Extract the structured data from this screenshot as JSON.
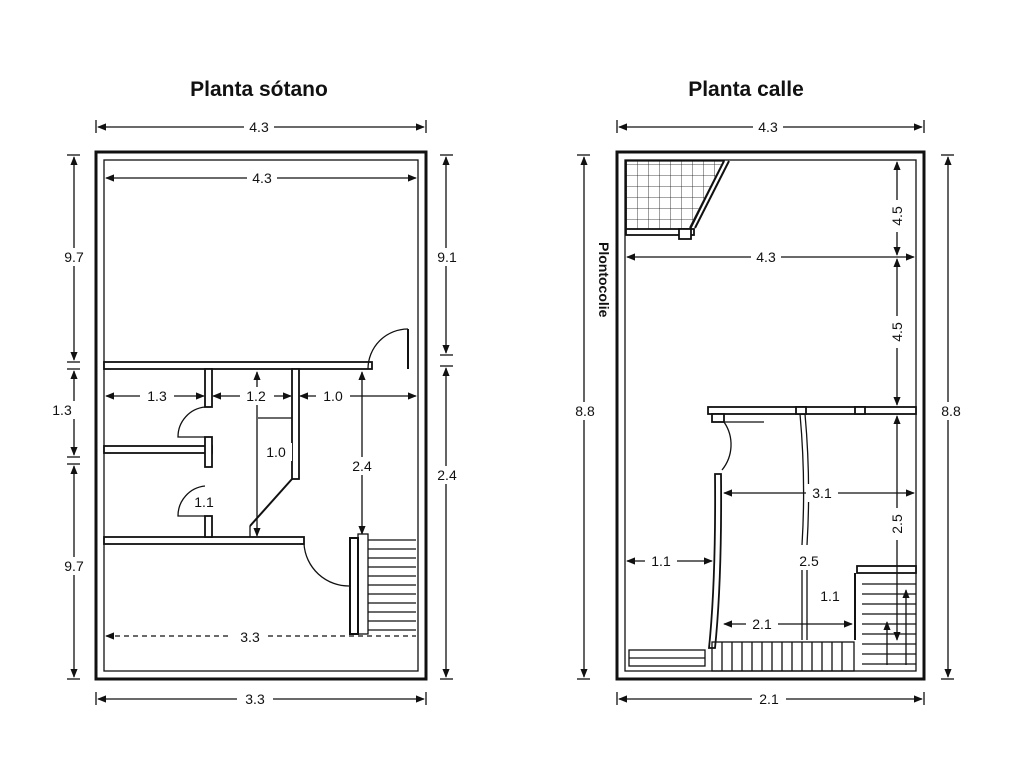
{
  "basement": {
    "title": "Planta sótano",
    "dims": {
      "top_width": "4.3",
      "inner_width": "4.3",
      "left_upper": "9.7",
      "left_middle": "1.3",
      "left_lower": "9.7",
      "right_upper": "9.1",
      "right_lower": "2.4",
      "room_a": "1.3",
      "room_b": "1.2",
      "room_c": "1.0",
      "hall_height": "1.0",
      "stall_height": "1.1",
      "corridor_height": "2.4",
      "dashed_width": "3.3",
      "bottom_width": "3.3"
    }
  },
  "street": {
    "title": "Planta calle",
    "side_label": "Plontocolie",
    "dims": {
      "top_width": "4.3",
      "inner_width": "4.3",
      "left_height": "8.8",
      "right_height": "8.8",
      "upper_a": "4.5",
      "upper_b": "4.5",
      "mid_width": "3.1",
      "lower_right": "2.5",
      "left_width": "1.1",
      "center_height": "2.5",
      "stair_height": "1.1",
      "bottom_inner": "2.1",
      "bottom_width": "2.1"
    }
  }
}
